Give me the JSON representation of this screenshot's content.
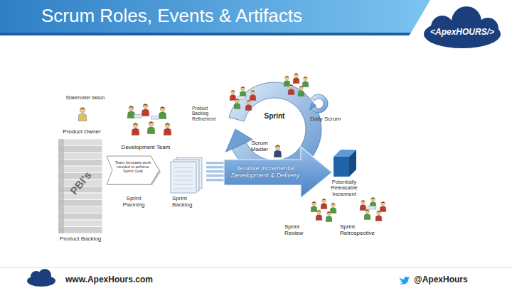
{
  "diagram": {
    "title": "Scrum Roles, Events & Artifacts",
    "nodes": [
      {
        "text": [
          "PBI's",
          "Product Backlog"
        ]
      },
      {
        "text": [
          "Team forecasts work needed to achieve Sprint Goal",
          "Sprint Planning"
        ]
      },
      {
        "text": [
          "Sprint Backlog"
        ]
      },
      {
        "text": [
          "Sprint",
          "Scrum Master"
        ]
      },
      {
        "text": [
          "Daily Scrum"
        ]
      },
      {
        "text": [
          "Iterative Incremental Development & Delivery"
        ]
      },
      {
        "text": [
          "Potentially Releasable Increment"
        ]
      }
    ],
    "edges": [
      {
        "from": 2,
        "to": 5,
        "arrow": "none"
      }
    ],
    "labels": [
      "Stakeholder liaison",
      "Product Owner",
      "Development Team",
      "Product Backlog Refinement",
      "Sprint Review",
      "Sprint Retrospective",
      "<ApexHOURS/>",
      "www.ApexHours.com",
      "@ApexHours"
    ]
  }
}
